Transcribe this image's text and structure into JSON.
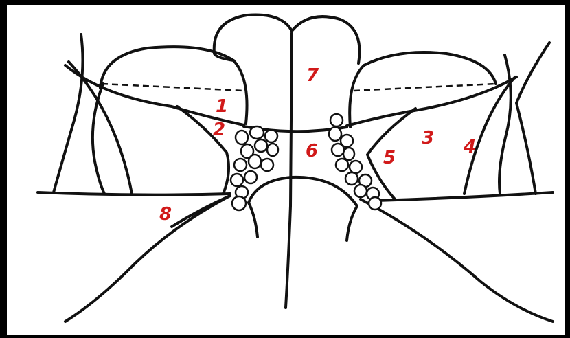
{
  "colors": {
    "background": "#000000",
    "paper": "#ffffff",
    "line": "#111111",
    "label": "#d11a1a"
  },
  "labels": {
    "l1": "1",
    "l2": "2",
    "l3": "3",
    "l4": "4",
    "l5": "5",
    "l6": "6",
    "l7": "7",
    "l8": "8"
  }
}
